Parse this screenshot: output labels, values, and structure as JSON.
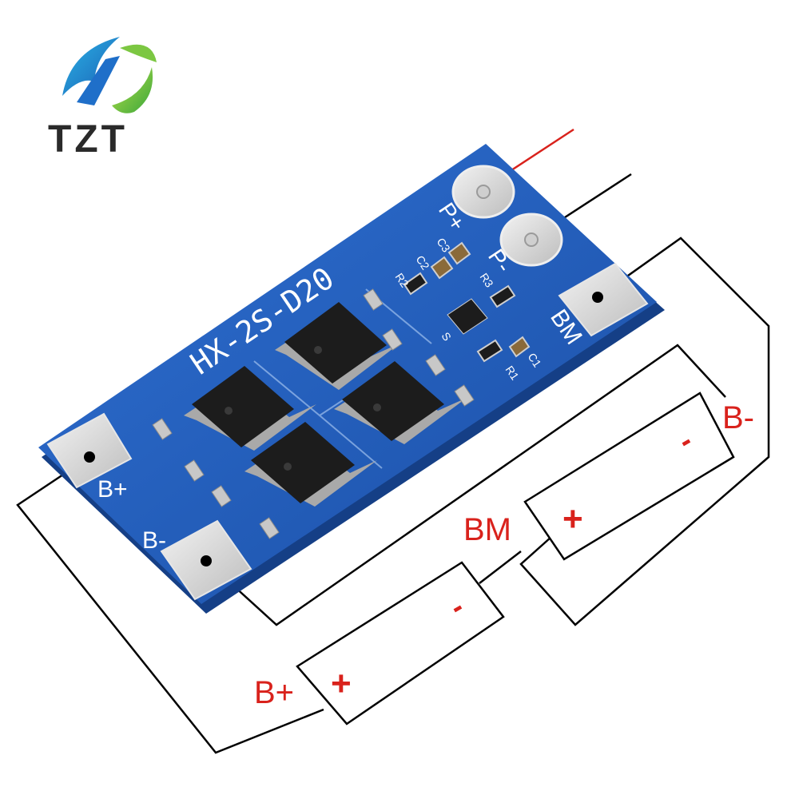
{
  "logo": {
    "text": "TZT"
  },
  "board": {
    "model": "HX-2S-D20",
    "pads": {
      "p_plus": "P+",
      "p_minus": "P-",
      "bm": "BM",
      "b_plus": "B+",
      "b_minus": "B-"
    },
    "components": {
      "r1": "R1",
      "r2": "R2",
      "r3": "R3",
      "c1": "C1",
      "c2": "C2",
      "c3": "C3",
      "u": "S"
    },
    "colors": {
      "pcb": "#1f5bb8",
      "pcb_edge": "#153f86",
      "pad": "#d8d8d8",
      "mosfet": "#1c1c1c"
    }
  },
  "wiring_labels": {
    "b_minus": "B-",
    "bm": "BM",
    "b_plus": "B+"
  },
  "battery_signs": {
    "plus": "+",
    "minus": "-"
  }
}
